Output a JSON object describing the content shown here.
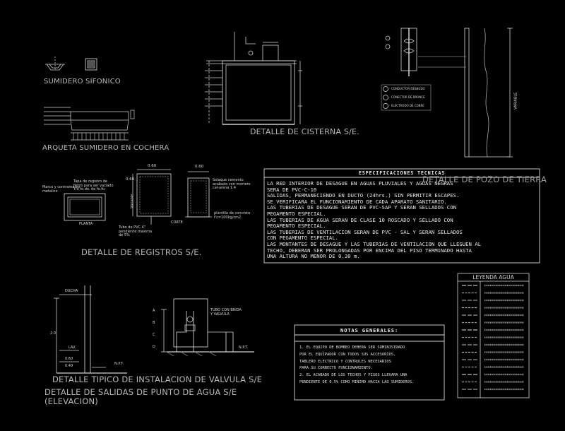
{
  "titles": {
    "sumidero": "SUMIDERO SIFONICO",
    "arqueta": "ARQUETA SUMIDERO EN COCHERA",
    "cisterna": "DETALLE DE CISTERNA S/E.",
    "pozo": "DETALLE DE POZO DE TIERRA",
    "registros": "DETALLE DE REGISTROS S/E.",
    "valvula": "DETALLE TIPICO DE INSTALACION DE VALVULA  S/E",
    "salidas": "DETALLE DE SALIDAS DE PUNTO DE AGUA   S/E",
    "elevacion": "(ELEVACION)"
  },
  "specs": {
    "heading": "ESPECIFICACIONES TECNICAS",
    "lines": [
      "LA RED INTERIOR DE DESAGUE EN AGUAS PLUVIALES Y AGUAS NEGRAS",
      "SERA DE PVC-C-10",
      "SALIDAS, PERMANECIENDO EN DUCTO (24hrs.) SIN PERMITIR ESCAPES.",
      "SE VERIFICARA EL FUNCIONAMIENTO DE CADA APARATO SANITARIO.",
      "LAS TUBERIAS DE DESAGUE SERAN DE PVC-SAP Y SERAN SELLADOS CON",
      "PEGAMENTO ESPECIAL.",
      "LAS TUBERIAS DE AGUA SERAN DE CLASE 10 ROSCADO Y SELLADO CON",
      "PEGAMENTO ESPECIAL.",
      "LAS TUBERIAS DE VENTILACION SERAN DE PVC - SAL Y SERAN SELLADOS",
      "CON PEGAMENTO ESPECIAL.",
      "LAS MONTANTES DE DESAGUE Y LAS TUBERIAS DE VENTILACION QUE LLEGUEN AL",
      "TECHO, DEBERAN SER PROLONGADAS POR ENCIMA  DEL PISO TERMINADO HASTA",
      "UNA ALTURA NO MENOR DE 0.30 m."
    ]
  },
  "notes": {
    "heading": "NOTAS GENERALES:",
    "lines": [
      "1. EL EQUIPO DE BOMBEO DEBERA SER SUMINISTRADO",
      "   POR EL EQUIPADOR CON TODOS SUS ACCESORIOS,",
      "   TABLERO ELECTRICO Y CONTROLES NECESARIOS",
      "   PARA SU CORRECTO FUNCIONAMIENTO.",
      "2. EL ACABADO DE LOS TECHOS Y PISOS LLEVARA UNA",
      "   PENDIENTE DE 0.5% COMO MINIMO HACIA LAS SUMIDEROS."
    ]
  },
  "legend": {
    "heading": "LEYENDA AGUA",
    "rows": 15
  },
  "registros": {
    "dim_a": "0.60",
    "dim_b": "0.60",
    "dim_side": "0.60",
    "variable": "Variable",
    "marco_tapa": "Marco y contramarco\nmetalico",
    "tapa_registro": "Tapa de registro de\nfierro para ser vaciado\nY/o fo.do. de fo.fo.",
    "solaque": "Solaque cemento\nacabado con mortero\ncal-arena 1:4",
    "planta": "PLANTA",
    "corte": "CORTE",
    "tubo_pvc": "Tubo de PVC 4\"\npendiente maxima\nde 5%",
    "plantilla": "plantilla de concreto\nf'c=100kg/cm2."
  },
  "valvula": {
    "tubo": "TUBO CON BRIDA\nY VALVULA",
    "npt": "N.P.T.",
    "letters": [
      "A",
      "B",
      "C",
      "D"
    ]
  },
  "salidas": {
    "ducha": "DUCHA",
    "lav": "LAV.",
    "dim_top": "2.0",
    "dim_mid": "0.60",
    "dim_low": "0.40",
    "npt": "N.P.T."
  },
  "pozo": {
    "variable": "VARIABLE",
    "circle_labels": [
      "CONDUCTOR DESNUDO",
      "CONECTOR DE BRONCE",
      "ELECTRODO DE COBRE"
    ]
  }
}
